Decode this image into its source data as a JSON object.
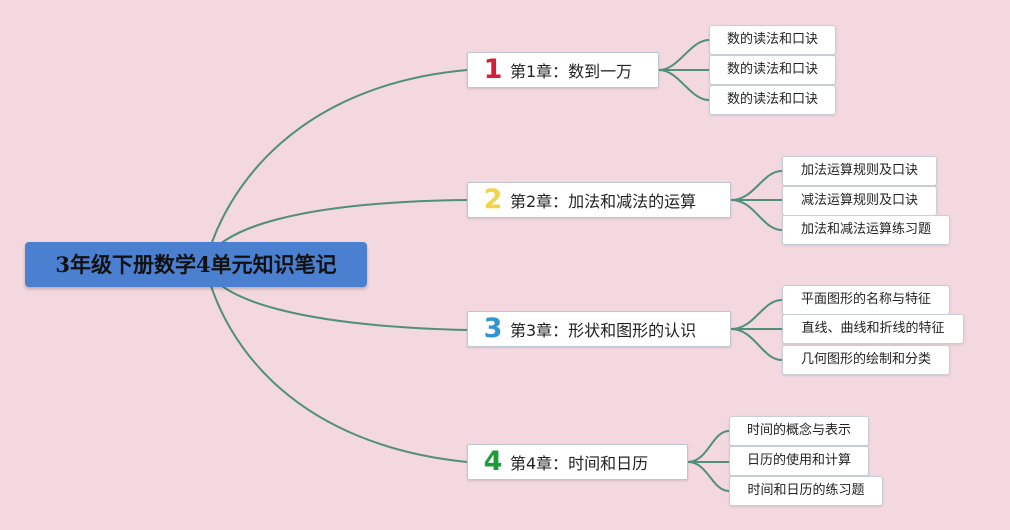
{
  "root": {
    "title": "3年级下册数学4单元知识笔记"
  },
  "colors": {
    "background": "#f3d8df",
    "root_fill": "#4b7fd0",
    "connector": "#4f8f7c",
    "num1": "#d51f36",
    "num2": "#f0d54a",
    "num3": "#2f96d6",
    "num4": "#1e9b3a"
  },
  "chapters": [
    {
      "num": "1",
      "label": "第1章：数到一万",
      "items": [
        "数的读法和口诀",
        "数的读法和口诀",
        "数的读法和口诀"
      ]
    },
    {
      "num": "2",
      "label": "第2章：加法和减法的运算",
      "items": [
        "加法运算规则及口诀",
        "减法运算规则及口诀",
        "加法和减法运算练习题"
      ]
    },
    {
      "num": "3",
      "label": "第3章：形状和图形的认识",
      "items": [
        "平面图形的名称与特征",
        "直线、曲线和折线的特征",
        "几何图形的绘制和分类"
      ]
    },
    {
      "num": "4",
      "label": "第4章：时间和日历",
      "items": [
        "时间的概念与表示",
        "日历的使用和计算",
        "时间和日历的练习题"
      ]
    }
  ]
}
